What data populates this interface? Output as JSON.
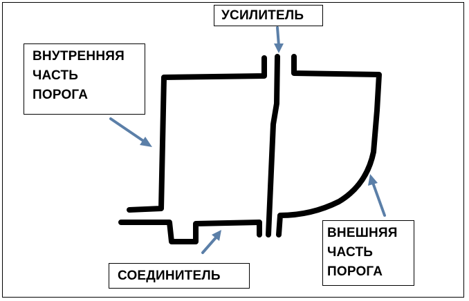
{
  "labels": {
    "inner_part": [
      "ВНУТРЕННЯЯ",
      "ЧАСТЬ",
      "ПОРОГА"
    ],
    "amplifier": "УСИЛИТЕЛЬ",
    "connector": "СОЕДИНИТЕЛЬ",
    "outer_part": [
      "ВНЕШНЯЯ",
      "ЧАСТЬ",
      "ПОРОГА"
    ]
  },
  "colors": {
    "outline": "#000000",
    "arrow": "#5b7fa8",
    "background": "#ffffff"
  }
}
